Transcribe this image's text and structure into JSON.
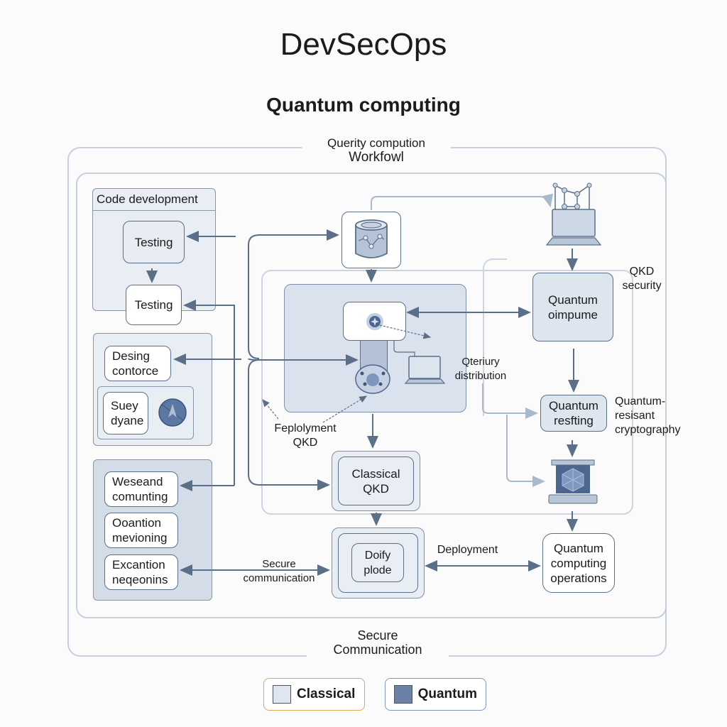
{
  "header": {
    "title": "DevSecOps",
    "subtitle": "Quantum computing"
  },
  "outer_frame": {
    "label_line1": "Querity compution",
    "label_line2": "Workfowl",
    "footer_line1": "Secure",
    "footer_line2": "Communication"
  },
  "left_column": {
    "code_development": {
      "title": "Code development",
      "items": [
        "Testing",
        "Testing"
      ]
    },
    "design_group": {
      "items": [
        "Desing contorce",
        "Suey dyane"
      ],
      "icon": "compass-icon"
    },
    "operations_group": {
      "items": [
        "Weseand comunting",
        "Ooantion mevioning",
        "Excantion neqeonins"
      ]
    }
  },
  "center": {
    "database_icon": "database-icon",
    "qubit_icon": "qubit-node-icon",
    "laptop_icon": "laptop-icon",
    "labels": {
      "qkd_distribution": "Qteriury distribution",
      "deployment_qkd": "Feplolyment QKD",
      "secure_communication": "Secure communication",
      "deployment": "Deployment"
    },
    "classical_qkd": "Classical QKD",
    "deploy_node": "Doify plode"
  },
  "right_column": {
    "quantum_computer_icon": "quantum-laptop-icon",
    "quantum_compute": "Quantum oimpume",
    "quantum_testing": "Quantum resfting",
    "quantum_hardware_icon": "quantum-hardware-icon",
    "quantum_operations": "Quantum computing operations",
    "qkd_security": "QKD security",
    "quantum_resistant": "Quantum- resisant cryptography"
  },
  "legend": {
    "items": [
      {
        "label": "Classical",
        "color": "#e1e6ee",
        "border": "#d9a85a"
      },
      {
        "label": "Quantum",
        "color": "#6b82a6",
        "border": "#7f99b8"
      }
    ]
  },
  "colors": {
    "line": "#5b6f89",
    "frame": "#c6d0dc",
    "light_arrow": "#a9b9cc"
  }
}
